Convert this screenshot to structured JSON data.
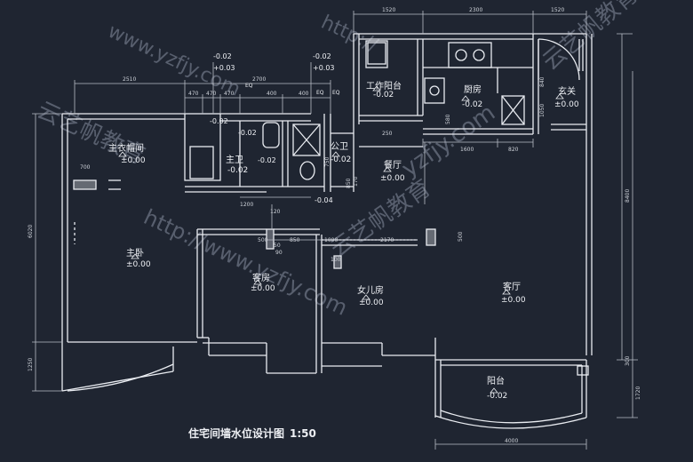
{
  "title": "住宅间墙水位设计图",
  "scale": "1:50",
  "rooms": [
    {
      "id": "master-closet",
      "name": "主衣帽间",
      "level": "±0.00"
    },
    {
      "id": "master-bedroom",
      "name": "主卧",
      "level": "±0.00"
    },
    {
      "id": "master-bath",
      "name": "主卫",
      "level": "-0.02"
    },
    {
      "id": "public-bath",
      "name": "公卫",
      "level": "-0.02"
    },
    {
      "id": "work-balcony",
      "name": "工作阳台",
      "level": "-0.02"
    },
    {
      "id": "kitchen",
      "name": "厨房",
      "level": "-0.02"
    },
    {
      "id": "entrance",
      "name": "玄关",
      "level": "±0.00"
    },
    {
      "id": "dining",
      "name": "餐厅",
      "level": "±0.00"
    },
    {
      "id": "guest-room",
      "name": "客房",
      "level": "±0.00"
    },
    {
      "id": "daughter-room",
      "name": "女儿房",
      "level": "±0.00"
    },
    {
      "id": "living",
      "name": "客厅",
      "level": "±0.00"
    },
    {
      "id": "balcony",
      "name": "阳台",
      "level": "-0.02"
    }
  ],
  "extra_levels": [
    "-0.02",
    "+0.03",
    "-0.02",
    "+0.03",
    "-0.02",
    "-0.02",
    "-0.02",
    "-0.04"
  ],
  "dimensions": {
    "top_row": [
      "1520",
      "2300",
      "1520"
    ],
    "second_row": [
      "2510",
      "2700"
    ],
    "small_row": [
      "470",
      "470",
      "470",
      "400",
      "400"
    ],
    "right_side": [
      "8400",
      "1720",
      "300"
    ],
    "left_side": [
      "6020",
      "1250"
    ],
    "kitchen_row": [
      "1600",
      "820"
    ],
    "misc": [
      "700",
      "1200",
      "500",
      "850",
      "1000",
      "2170",
      "500",
      "1050",
      "120",
      "50",
      "100",
      "90",
      "750",
      "850",
      "840",
      "250",
      "580",
      "170",
      "4000"
    ]
  },
  "eq_marks": [
    "EQ",
    "EQ",
    "EQ"
  ],
  "watermarks": [
    "www.yzfjy.com",
    "http://www.yzfjy.com",
    "云艺帆教育",
    "http://",
    "云艺帆教育",
    "云艺帆教育",
    "yzfjy.com"
  ],
  "colors": {
    "background": "#1f2531",
    "wall": "#e9ecf1",
    "dim_line": "#b8bdc7",
    "text": "#eef0f4",
    "watermark": "#8790a0"
  }
}
